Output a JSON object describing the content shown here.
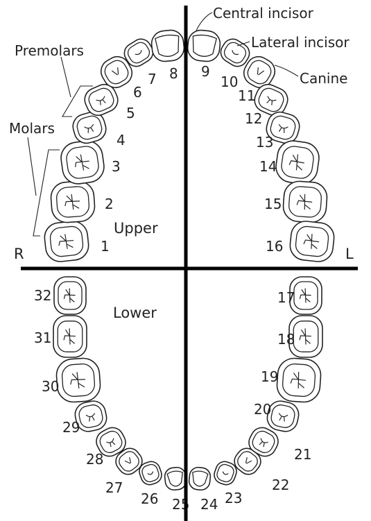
{
  "labels": {
    "central_incisor": "Central incisor",
    "lateral_incisor": "Lateral incisor",
    "canine": "Canine",
    "premolars": "Premolars",
    "molars": "Molars",
    "upper": "Upper",
    "lower": "Lower",
    "right": "R",
    "left": "L"
  },
  "teeth": [
    {
      "n": "1",
      "type": "molar"
    },
    {
      "n": "2",
      "type": "molar"
    },
    {
      "n": "3",
      "type": "molar"
    },
    {
      "n": "4",
      "type": "premolar"
    },
    {
      "n": "5",
      "type": "premolar"
    },
    {
      "n": "6",
      "type": "canine"
    },
    {
      "n": "7",
      "type": "lateral-incisor"
    },
    {
      "n": "8",
      "type": "central-incisor"
    },
    {
      "n": "9",
      "type": "central-incisor"
    },
    {
      "n": "10",
      "type": "lateral-incisor"
    },
    {
      "n": "11",
      "type": "canine"
    },
    {
      "n": "12",
      "type": "premolar"
    },
    {
      "n": "13",
      "type": "premolar"
    },
    {
      "n": "14",
      "type": "molar"
    },
    {
      "n": "15",
      "type": "molar"
    },
    {
      "n": "16",
      "type": "molar"
    },
    {
      "n": "17",
      "type": "molar"
    },
    {
      "n": "18",
      "type": "molar"
    },
    {
      "n": "19",
      "type": "molar"
    },
    {
      "n": "20",
      "type": "premolar"
    },
    {
      "n": "21",
      "type": "premolar"
    },
    {
      "n": "22",
      "type": "canine"
    },
    {
      "n": "23",
      "type": "lateral-incisor"
    },
    {
      "n": "24",
      "type": "central-incisor"
    },
    {
      "n": "25",
      "type": "central-incisor"
    },
    {
      "n": "26",
      "type": "lateral-incisor"
    },
    {
      "n": "27",
      "type": "canine"
    },
    {
      "n": "28",
      "type": "premolar"
    },
    {
      "n": "29",
      "type": "premolar"
    },
    {
      "n": "30",
      "type": "molar"
    },
    {
      "n": "31",
      "type": "molar"
    },
    {
      "n": "32",
      "type": "molar"
    }
  ]
}
